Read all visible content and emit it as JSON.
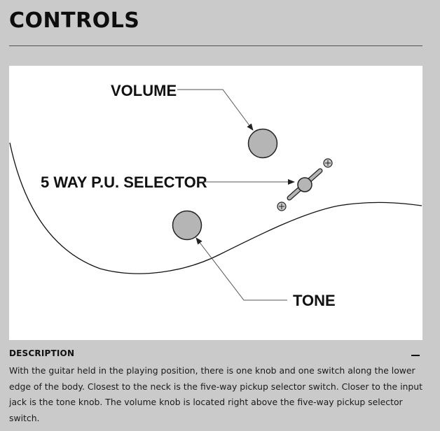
{
  "page": {
    "title": "CONTROLS"
  },
  "diagram": {
    "labels": {
      "volume": "VOLUME",
      "selector": "5 WAY P.U. SELECTOR",
      "tone": "TONE"
    },
    "colors": {
      "knob_fill": "#b5b5b5",
      "outline": "#222222",
      "panel_background": "#ffffff",
      "page_background": "#cacaca"
    }
  },
  "description": {
    "heading": "DESCRIPTION",
    "text": "With the guitar held in the playing position, there is one knob and one switch along the lower edge of the body. Closest to the neck is the five-way pickup selector switch. Closer to the input jack is the tone knob. The volume knob is located right above the five-way pickup selector switch.",
    "toggle_icon": "minus-icon"
  }
}
